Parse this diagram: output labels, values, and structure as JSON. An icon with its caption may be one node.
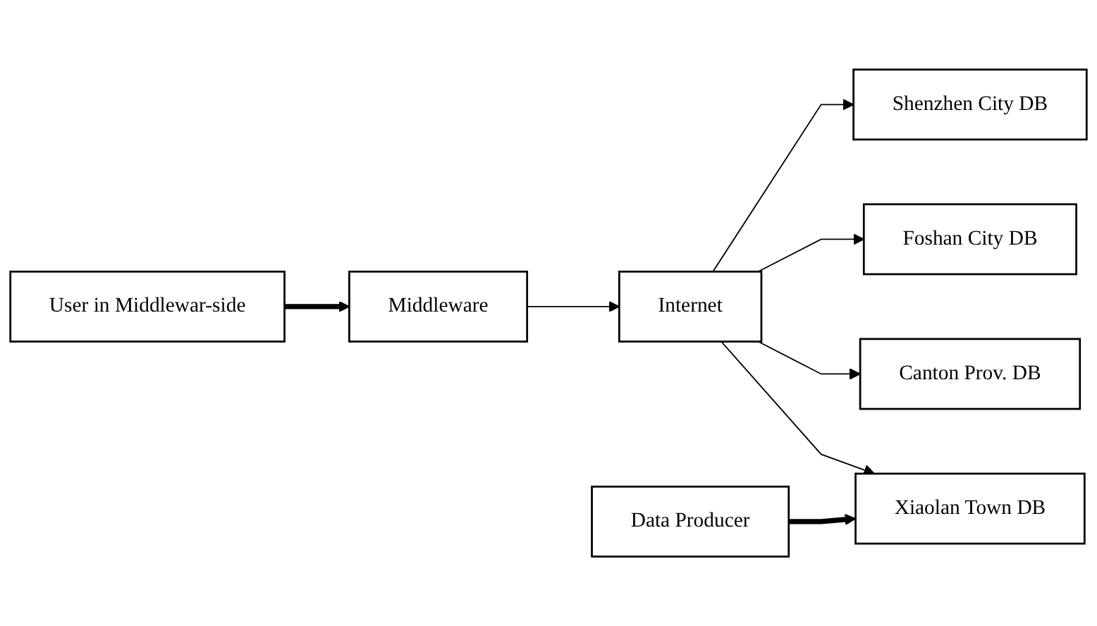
{
  "diagram": {
    "nodes": [
      {
        "text": [
          "Middleware"
        ]
      },
      {
        "text": [
          "Internet"
        ]
      },
      {
        "text": [
          "Shenzhen City DB"
        ]
      },
      {
        "text": [
          "Foshan City DB"
        ]
      },
      {
        "text": [
          "Canton Prov. DB"
        ]
      },
      {
        "text": [
          "Xiaolan Town DB"
        ]
      },
      {
        "text": [
          "User in Middlewar-side"
        ]
      },
      {
        "text": [
          "Data Producer"
        ]
      }
    ],
    "edges": [
      {
        "from": 0,
        "to": 1,
        "arrow": "to"
      },
      {
        "from": 1,
        "to": 2,
        "arrow": "to"
      },
      {
        "from": 1,
        "to": 3,
        "arrow": "to"
      },
      {
        "from": 1,
        "to": 4,
        "arrow": "to"
      },
      {
        "from": 1,
        "to": 5,
        "arrow": "to"
      },
      {
        "from": 6,
        "to": 0,
        "arrow": "to",
        "style": "thick"
      },
      {
        "from": 7,
        "to": 5,
        "arrow": "to",
        "style": "thick"
      }
    ]
  }
}
